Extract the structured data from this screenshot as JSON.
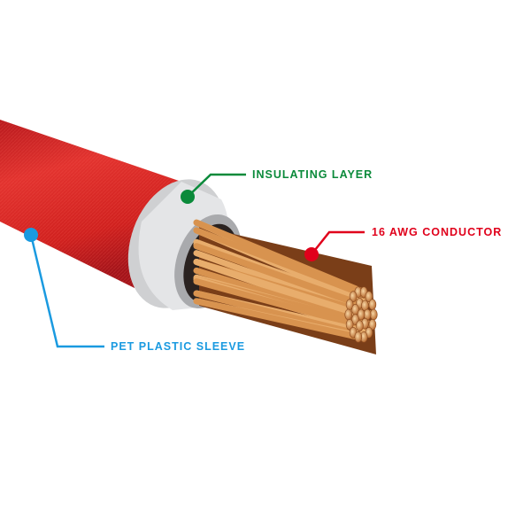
{
  "labels": {
    "insulating_layer": "INSULATING LAYER",
    "conductor": "16 AWG CONDUCTOR",
    "sleeve": "PET PLASTIC SLEEVE"
  },
  "colors": {
    "insulating_layer": "#0a8a3a",
    "conductor": "#e0001b",
    "sleeve": "#1a9ae0",
    "sleeve_body": "#d8262a",
    "copper": "#d9924f"
  }
}
